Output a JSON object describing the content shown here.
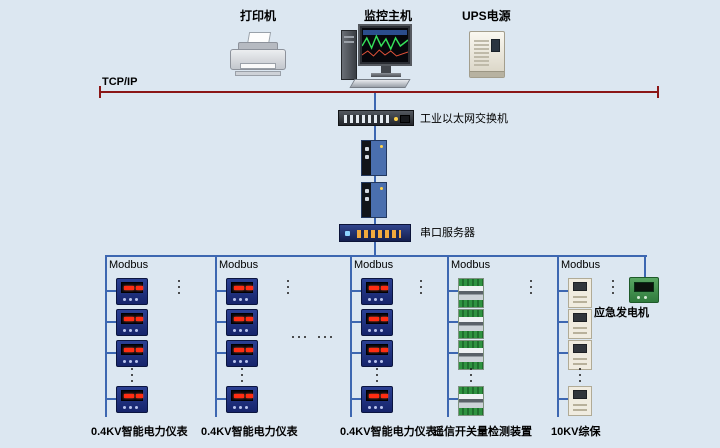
{
  "colors": {
    "background": "#dce7f1",
    "ethernet_bus": "#8b1717",
    "fieldbus": "#3d67b1",
    "meter_display": "#ff2d12"
  },
  "top_devices": {
    "printer_label": "打印机",
    "host_label": "监控主机",
    "ups_label": "UPS电源"
  },
  "backbone": {
    "tcpip_label": "TCP/IP",
    "switch_label": "工业以太网交换机",
    "serial_server_label": "串口服务器"
  },
  "bus_columns": [
    {
      "protocol": "Modbus",
      "device_type": "power-meter",
      "visible_devices": 4,
      "label": "0.4KV智能电力仪表"
    },
    {
      "protocol": "Modbus",
      "device_type": "power-meter",
      "visible_devices": 4,
      "label": "0.4KV智能电力仪表"
    },
    {
      "protocol": "Modbus",
      "device_type": "power-meter",
      "visible_devices": 4,
      "label": "0.4KV智能电力仪表"
    },
    {
      "protocol": "Modbus",
      "device_type": "io-module",
      "visible_devices": 4,
      "label": "遥信开关量检测装置"
    },
    {
      "protocol": "Modbus",
      "device_type": "protection-relay",
      "visible_devices": 4,
      "label": "10KV综保"
    }
  ],
  "generator": {
    "label": "应急发电机"
  }
}
